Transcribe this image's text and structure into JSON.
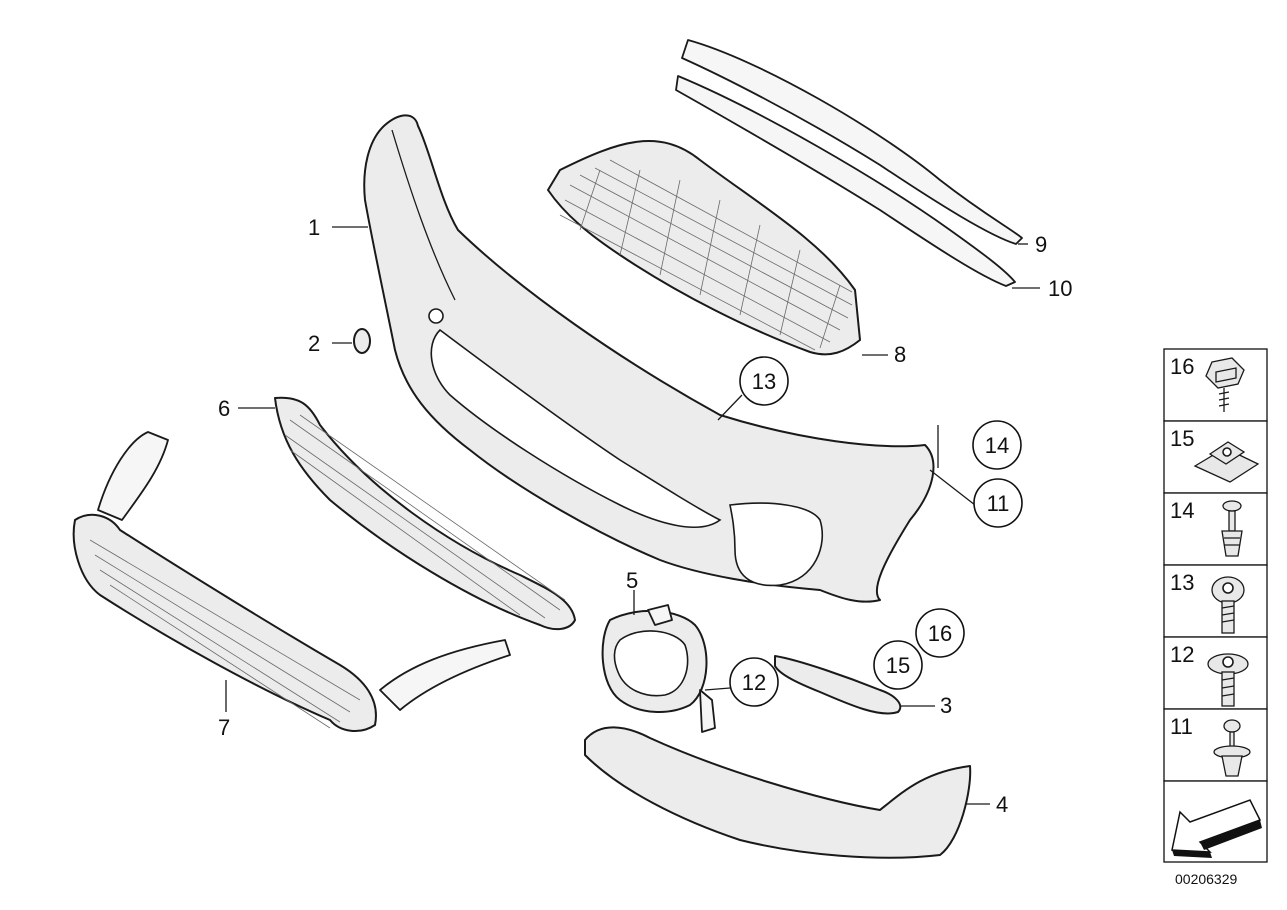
{
  "callouts": [
    {
      "id": "1",
      "label": "1"
    },
    {
      "id": "2",
      "label": "2"
    },
    {
      "id": "3",
      "label": "3"
    },
    {
      "id": "4",
      "label": "4"
    },
    {
      "id": "5",
      "label": "5"
    },
    {
      "id": "6",
      "label": "6"
    },
    {
      "id": "7",
      "label": "7"
    },
    {
      "id": "8",
      "label": "8"
    },
    {
      "id": "9",
      "label": "9"
    },
    {
      "id": "10",
      "label": "10"
    }
  ],
  "circled_callouts": [
    {
      "id": "11",
      "label": "11"
    },
    {
      "id": "12",
      "label": "12"
    },
    {
      "id": "13",
      "label": "13"
    },
    {
      "id": "14",
      "label": "14"
    },
    {
      "id": "15",
      "label": "15"
    },
    {
      "id": "16",
      "label": "16"
    }
  ],
  "fastener_legend": [
    {
      "label": "16",
      "icon": "hex-nut-icon"
    },
    {
      "label": "15",
      "icon": "clip-nut-icon"
    },
    {
      "label": "14",
      "icon": "expanding-rivet-icon"
    },
    {
      "label": "13",
      "icon": "torx-screw-icon"
    },
    {
      "label": "12",
      "icon": "flange-screw-icon"
    },
    {
      "label": "11",
      "icon": "spreading-rivet-icon"
    }
  ],
  "direction_icon": "front-direction-arrow-icon",
  "reference_number": "00206329"
}
